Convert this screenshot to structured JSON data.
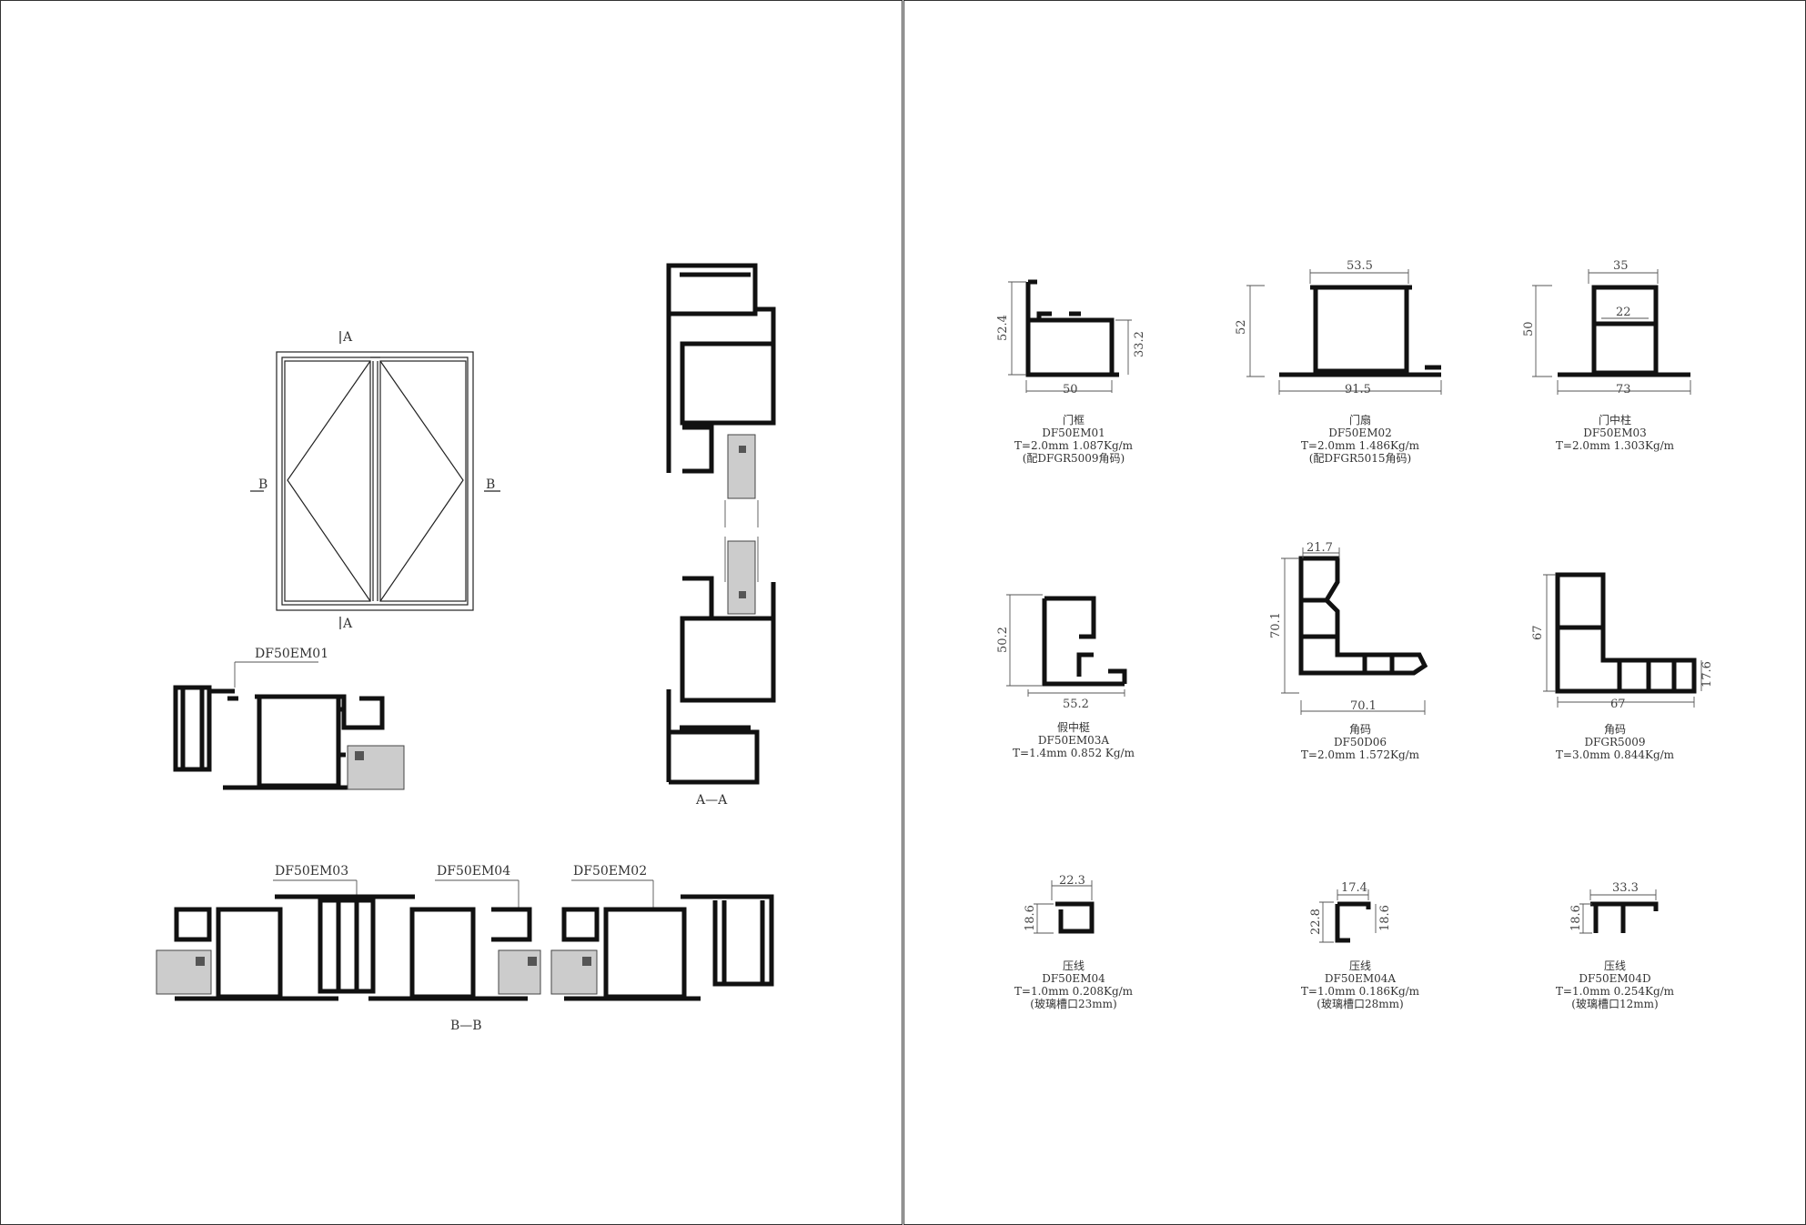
{
  "left_sheet": {
    "elevation": {
      "section_marks": {
        "a_top": "A",
        "a_bottom": "A",
        "b_left": "B",
        "b_right": "B"
      }
    },
    "detail_frame": {
      "label": "DF50EM01"
    },
    "section_aa": {
      "title": "A—A"
    },
    "section_bb": {
      "title": "B—B",
      "labels": [
        "DF50EM03",
        "DF50EM04",
        "DF50EM02"
      ]
    }
  },
  "profiles": [
    {
      "name": "门框",
      "code": "DF50EM01",
      "spec": "T=2.0mm 1.087Kg/m",
      "note": "(配DFGR5009角码)",
      "dims": [
        "52.4",
        "33.2",
        "50"
      ]
    },
    {
      "name": "门扇",
      "code": "DF50EM02",
      "spec": "T=2.0mm 1.486Kg/m",
      "note": "(配DFGR5015角码)",
      "dims": [
        "53.5",
        "52",
        "91.5"
      ]
    },
    {
      "name": "门中柱",
      "code": "DF50EM03",
      "spec": "T=2.0mm 1.303Kg/m",
      "note": "",
      "dims": [
        "35",
        "22",
        "50",
        "73"
      ]
    },
    {
      "name": "假中梃",
      "code": "DF50EM03A",
      "spec": "T=1.4mm 0.852 Kg/m",
      "note": "",
      "dims": [
        "50.2",
        "55.2"
      ]
    },
    {
      "name": "角码",
      "code": "DF50D06",
      "spec": "T=2.0mm 1.572Kg/m",
      "note": "",
      "dims": [
        "21.7",
        "70.1",
        "70.1"
      ]
    },
    {
      "name": "角码",
      "code": "DFGR5009",
      "spec": "T=3.0mm 0.844Kg/m",
      "note": "",
      "dims": [
        "67",
        "17.6",
        "67"
      ]
    },
    {
      "name": "压线",
      "code": "DF50EM04",
      "spec": "T=1.0mm 0.208Kg/m",
      "note": "(玻璃槽口23mm)",
      "dims": [
        "22.3",
        "18.6"
      ]
    },
    {
      "name": "压线",
      "code": "DF50EM04A",
      "spec": "T=1.0mm 0.186Kg/m",
      "note": "(玻璃槽口28mm)",
      "dims": [
        "17.4",
        "22.8",
        "18.6"
      ]
    },
    {
      "name": "压线",
      "code": "DF50EM04D",
      "spec": "T=1.0mm 0.254Kg/m",
      "note": "(玻璃槽口12mm)",
      "dims": [
        "33.3",
        "18.6"
      ]
    }
  ]
}
